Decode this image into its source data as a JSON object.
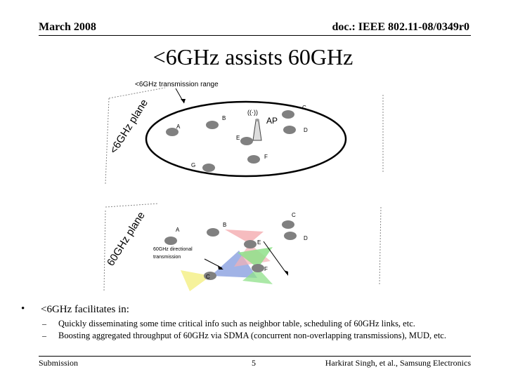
{
  "header": {
    "date": "March 2008",
    "doc_id": "doc.: IEEE 802.11-08/0349r0"
  },
  "title": "<6GHz assists 60GHz",
  "diagram": {
    "top_plane_label": "<6GHz  plane",
    "range_label": "<6GHz  transmission range",
    "ap_label": "AP",
    "ap_signal": "((·))",
    "top_nodes": [
      "A",
      "B",
      "C",
      "D",
      "E",
      "F",
      "G"
    ],
    "bottom_plane_label": "60GHz  plane",
    "bottom_nodes": [
      "A",
      "B",
      "C",
      "D",
      "E",
      "F",
      "C"
    ],
    "directional_label_1": "60GHz directional",
    "directional_label_2": "transmission"
  },
  "bullets": {
    "marker": "•",
    "main": "<6GHz facilitates in:",
    "dash": "–",
    "sub": [
      "Quickly disseminating some time critical info such as neighbor table, scheduling of 60GHz links, etc.",
      "Boosting aggregated throughput of 60GHz via SDMA (concurrent non-overlapping transmissions), MUD, etc."
    ]
  },
  "footer": {
    "left": "Submission",
    "page": "5",
    "right": "Harkirat Singh, et al., Samsung Electronics"
  },
  "colors": {
    "node": "#808080",
    "sector_red": "#f4b0b4",
    "sector_green": "#8fe08a",
    "sector_blue": "#8aa0e0",
    "sector_yellow": "#f4f08a"
  }
}
